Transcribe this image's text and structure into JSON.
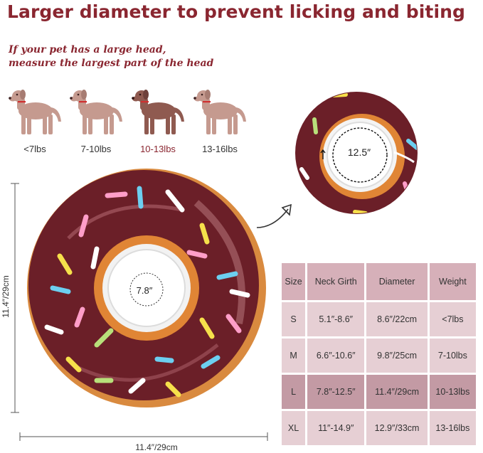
{
  "headline": "Larger diameter to prevent licking and biting",
  "subline_1": "If your pet has a large head,",
  "subline_2": "measure the largest part of the head",
  "dogs": [
    {
      "label": "<7lbs"
    },
    {
      "label": "7-10lbs"
    },
    {
      "label": "10-13lbs"
    },
    {
      "label": "13-16lbs"
    }
  ],
  "dimensions": {
    "width": "11.4″/29cm",
    "height": "11.4″/29cm",
    "inner_diameter": "7.8″",
    "stretched_diameter": "12.5″"
  },
  "table": {
    "headers": [
      "Size",
      "Neck Girth",
      "Diameter",
      "Weight"
    ],
    "rows": [
      [
        "S",
        "5.1″-8.6″",
        "8.6″/22cm",
        "<7lbs"
      ],
      [
        "M",
        "6.6″-10.6″",
        "9.8″/25cm",
        "7-10lbs"
      ],
      [
        "L",
        "7.8″-12.5″",
        "11.4″/29cm",
        "10-13lbs"
      ],
      [
        "XL",
        "11″-14.9″",
        "12.9″/33cm",
        "13-16lbs"
      ]
    ]
  },
  "colors": {
    "title": "#8a2630",
    "chocolate": "#6b1f28",
    "table_header": "#d6b0b9",
    "table_cell": "#e6cfd4",
    "table_highlight": "#c39aa4"
  }
}
